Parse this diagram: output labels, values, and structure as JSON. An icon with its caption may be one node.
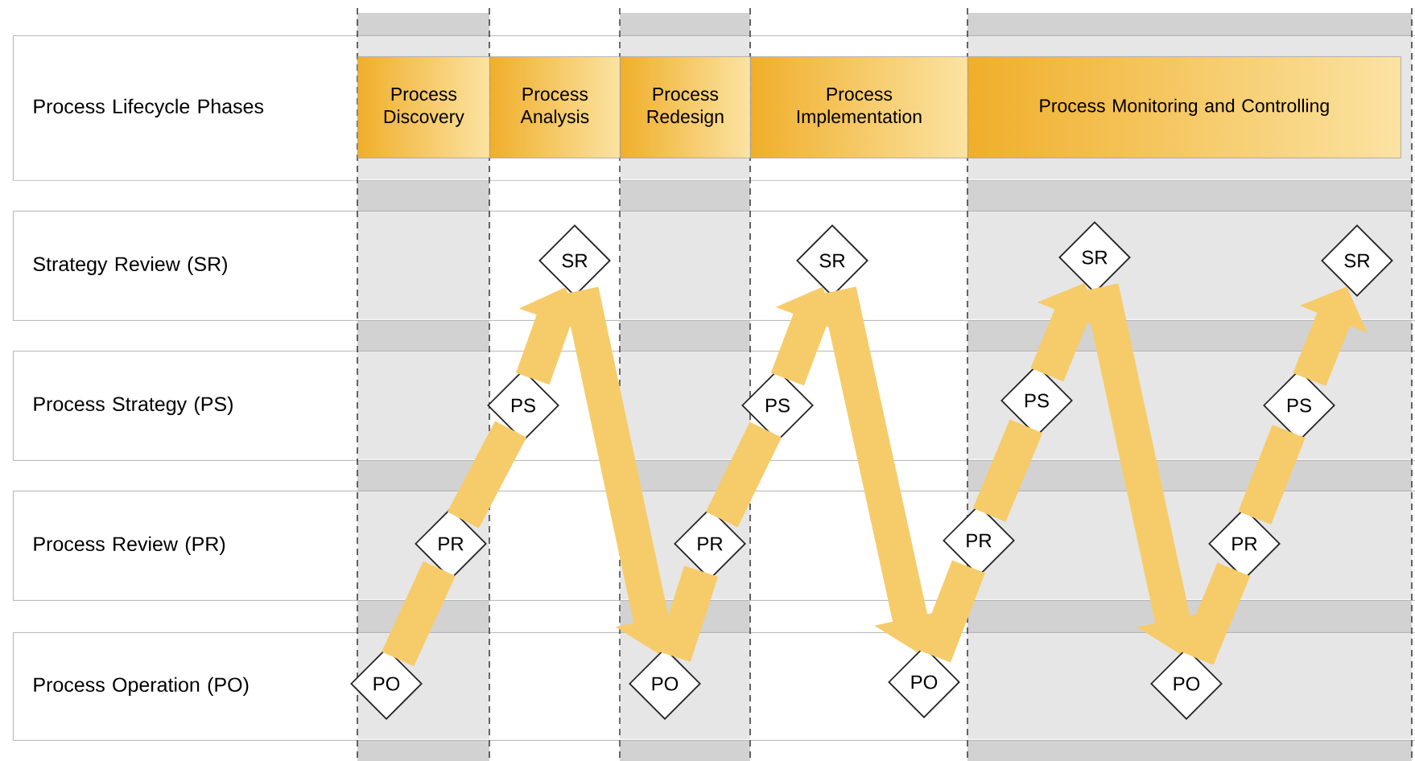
{
  "diagram": {
    "nodes": [
      {
        "text": [
          "Process Lifecycle Phases"
        ]
      },
      {
        "text": [
          "Process Discovery"
        ],
        "in": 0
      },
      {
        "text": [
          "Process Analysis"
        ],
        "in": 0
      },
      {
        "text": [
          "Process Redesign"
        ],
        "in": 0
      },
      {
        "text": [
          "Process Implementation"
        ],
        "in": 0
      },
      {
        "text": [
          "Process Monitoring and Controlling"
        ],
        "in": 0
      },
      {
        "text": [
          "Strategy Review (SR)"
        ]
      },
      {
        "text": [
          "Process Strategy (PS)"
        ]
      },
      {
        "text": [
          "Process Review (PR)"
        ]
      },
      {
        "text": [
          "Process Operation (PO)"
        ]
      },
      {
        "text": [
          "PO"
        ],
        "in": 9
      },
      {
        "text": [
          "PR"
        ],
        "in": 8
      },
      {
        "text": [
          "PS"
        ],
        "in": 7
      },
      {
        "text": [
          "SR"
        ],
        "in": 6
      },
      {
        "text": [
          "PO"
        ],
        "in": 9
      },
      {
        "text": [
          "PR"
        ],
        "in": 8
      },
      {
        "text": [
          "PS"
        ],
        "in": 7
      },
      {
        "text": [
          "SR"
        ],
        "in": 6
      },
      {
        "text": [
          "PO"
        ],
        "in": 9
      },
      {
        "text": [
          "PR"
        ],
        "in": 8
      },
      {
        "text": [
          "PS"
        ],
        "in": 7
      },
      {
        "text": [
          "SR"
        ],
        "in": 6
      },
      {
        "text": [
          "PO"
        ],
        "in": 9
      },
      {
        "text": [
          "PR"
        ],
        "in": 8
      },
      {
        "text": [
          "PS"
        ],
        "in": 7
      },
      {
        "text": [
          "SR"
        ],
        "in": 6
      }
    ],
    "edges": [
      {
        "from": 10,
        "to": 11,
        "arrow": "none"
      },
      {
        "from": 11,
        "to": 12,
        "arrow": "none"
      },
      {
        "from": 12,
        "to": 13,
        "arrow": "to"
      },
      {
        "from": 13,
        "to": 14,
        "arrow": "to"
      },
      {
        "from": 14,
        "to": 15,
        "arrow": "none"
      },
      {
        "from": 15,
        "to": 16,
        "arrow": "none"
      },
      {
        "from": 16,
        "to": 17,
        "arrow": "to"
      },
      {
        "from": 17,
        "to": 18,
        "arrow": "to"
      },
      {
        "from": 18,
        "to": 19,
        "arrow": "none"
      },
      {
        "from": 19,
        "to": 20,
        "arrow": "none"
      },
      {
        "from": 20,
        "to": 21,
        "arrow": "to"
      },
      {
        "from": 21,
        "to": 22,
        "arrow": "to"
      },
      {
        "from": 22,
        "to": 23,
        "arrow": "none"
      },
      {
        "from": 23,
        "to": 24,
        "arrow": "none"
      },
      {
        "from": 24,
        "to": 25,
        "arrow": "to"
      }
    ]
  }
}
